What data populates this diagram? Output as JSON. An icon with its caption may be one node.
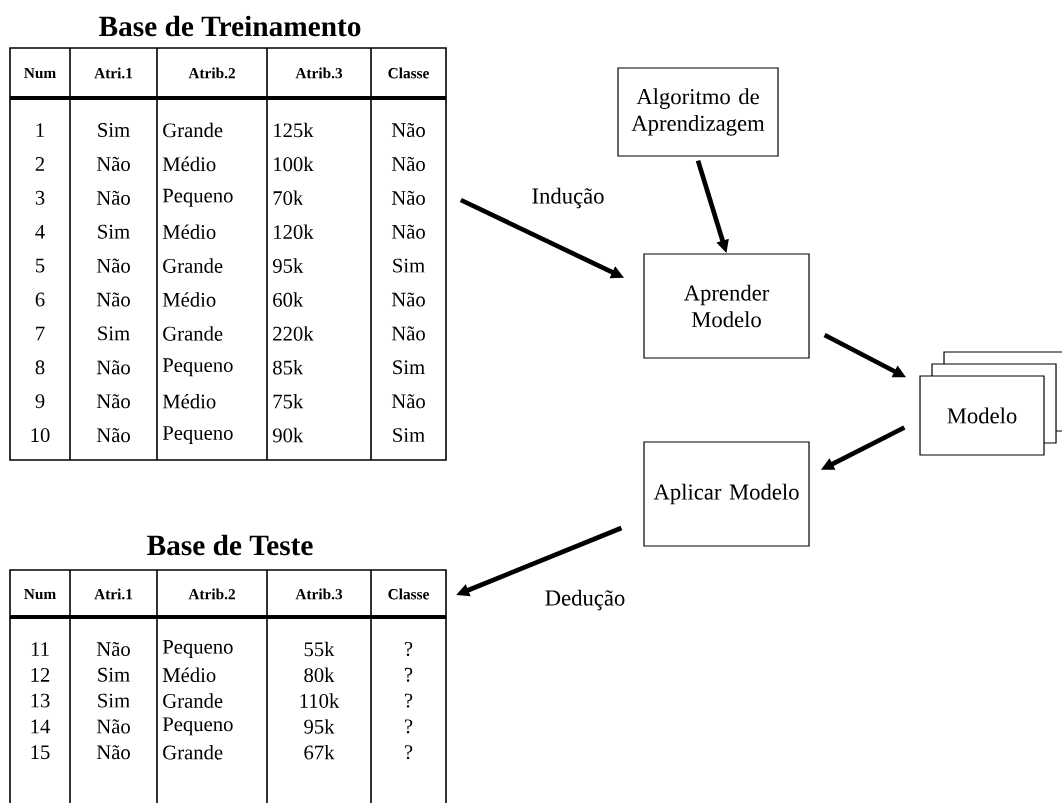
{
  "diagram": {
    "nodes": [
      {
        "text": [
          "Base de Treinamento"
        ]
      },
      {
        "text": [
          "Algoritmo de Aprendizagem"
        ]
      },
      {
        "text": [
          "Aprender Modelo"
        ]
      },
      {
        "text": [
          "Modelo"
        ]
      },
      {
        "text": [
          "Aplicar Modelo"
        ]
      },
      {
        "text": [
          "Base de Teste"
        ]
      }
    ],
    "edges": [
      {
        "from": 0,
        "to": 2,
        "arrow": "to",
        "label": "Indução"
      },
      {
        "from": 1,
        "to": 2,
        "arrow": "to"
      },
      {
        "from": 2,
        "to": 3,
        "arrow": "to"
      },
      {
        "from": 3,
        "to": 4,
        "arrow": "to"
      },
      {
        "from": 4,
        "to": 5,
        "arrow": "to",
        "label": "Dedução"
      }
    ],
    "labels": [
      "Num",
      "Atri.1",
      "Atrib.2",
      "Atrib.3",
      "Classe",
      "1",
      "Sim",
      "Grande",
      "125k",
      "Não",
      "2",
      "Não",
      "Médio",
      "100k",
      "Não",
      "3",
      "Não",
      "Pequeno",
      "70k",
      "Não",
      "4",
      "Sim",
      "Médio",
      "120k",
      "Não",
      "5",
      "Não",
      "Grande",
      "95k",
      "Sim",
      "6",
      "Não",
      "Médio",
      "60k",
      "Não",
      "7",
      "Sim",
      "Grande",
      "220k",
      "Não",
      "8",
      "Não",
      "Pequeno",
      "85k",
      "Sim",
      "9",
      "Não",
      "Médio",
      "75k",
      "Não",
      "10",
      "Não",
      "Pequeno",
      "90k",
      "Sim",
      "Num",
      "Atri.1",
      "Atrib.2",
      "Atrib.3",
      "Classe",
      "11",
      "Não",
      "Pequeno",
      "55k",
      "?",
      "12",
      "Sim",
      "Médio",
      "80k",
      "?",
      "13",
      "Sim",
      "Grande",
      "110k",
      "?",
      "14",
      "Não",
      "Pequeno",
      "95k",
      "?",
      "15",
      "Não",
      "Grande",
      "67k",
      "?"
    ]
  }
}
